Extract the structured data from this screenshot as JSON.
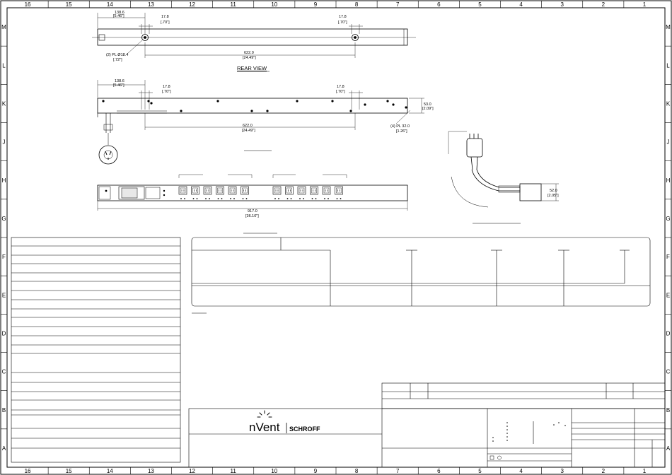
{
  "border": {
    "columns": [
      "16",
      "15",
      "14",
      "13",
      "12",
      "11",
      "10",
      "9",
      "8",
      "7",
      "6",
      "5",
      "4",
      "3",
      "2",
      "1"
    ],
    "rows": [
      "M",
      "L",
      "K",
      "J",
      "H",
      "G",
      "F",
      "E",
      "D",
      "C",
      "B",
      "A"
    ]
  },
  "rear_view": {
    "label": "REAR VIEW",
    "dim_left": "138.6",
    "dim_left_in": "[5.46\"]",
    "dim_small_a": "17.8",
    "dim_small_a_in": "[.70\"]",
    "dim_small_b": "17.8",
    "dim_small_b_in": "[.70\"]",
    "hole_note": "(2) PL Ø18.4",
    "hole_note_in": "[.72\"]",
    "dim_span": "622.0",
    "dim_span_in": "[24.49\"]"
  },
  "side_view": {
    "dim_left": "138.6",
    "dim_left_in": "[5.46\"]",
    "dim_small_a": "17.8",
    "dim_small_a_in": "[.70\"]",
    "dim_small_b": "17.8",
    "dim_small_b_in": "[.70\"]",
    "dim_span": "622.0",
    "dim_span_in": "[24.49\"]",
    "dim_height": "53.0",
    "dim_height_in": "[2.09\"]",
    "slot_note": "(4) PL 32.0",
    "slot_note_in": "[1.26\"]"
  },
  "front_view": {
    "dim_length": "917.0",
    "dim_length_in": "[36.10\"]"
  },
  "plug_detail": {
    "dim": "52.0",
    "dim_in": "[2.05\"]"
  },
  "logo": {
    "brand": "nVent",
    "sub": "SCHROFF"
  }
}
